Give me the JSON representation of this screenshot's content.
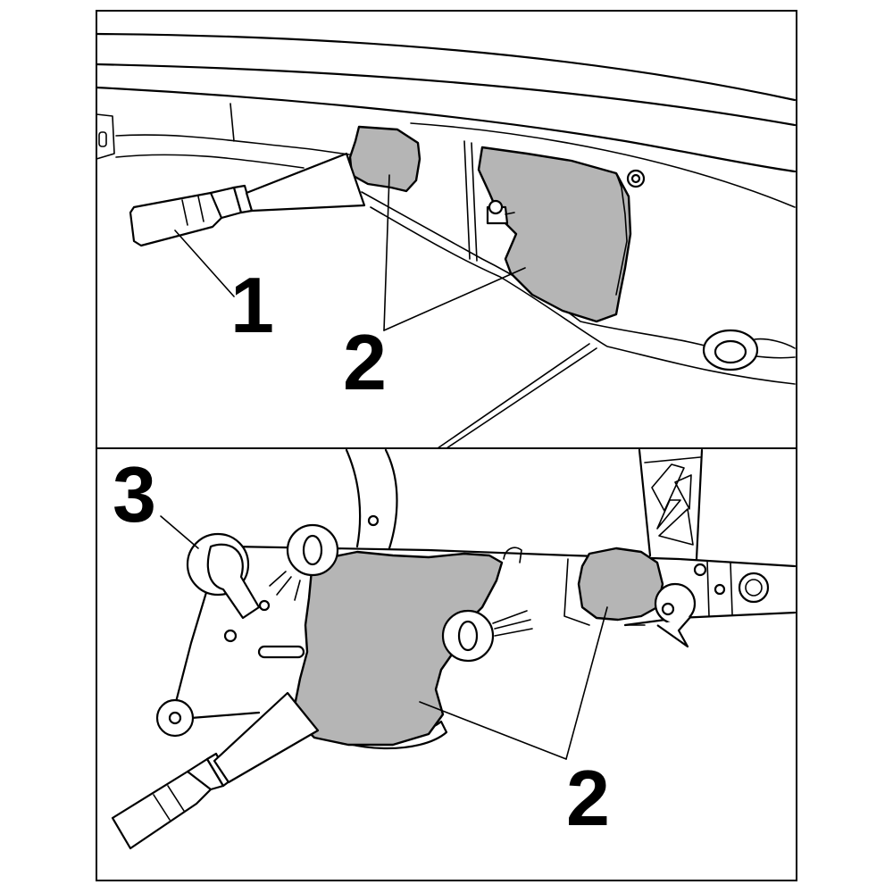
{
  "colors": {
    "sealant_fill": "#b5b5b5",
    "line": "#000000",
    "background": "#ffffff"
  },
  "icons": [
    "spray-nozzle-icon"
  ],
  "top_panel": {
    "callouts": [
      {
        "id": "nozzle",
        "label": "1"
      },
      {
        "id": "sealant",
        "label": "2"
      }
    ]
  },
  "bottom_panel": {
    "callouts": [
      {
        "id": "hole",
        "label": "3"
      },
      {
        "id": "sealant",
        "label": "2"
      }
    ]
  }
}
